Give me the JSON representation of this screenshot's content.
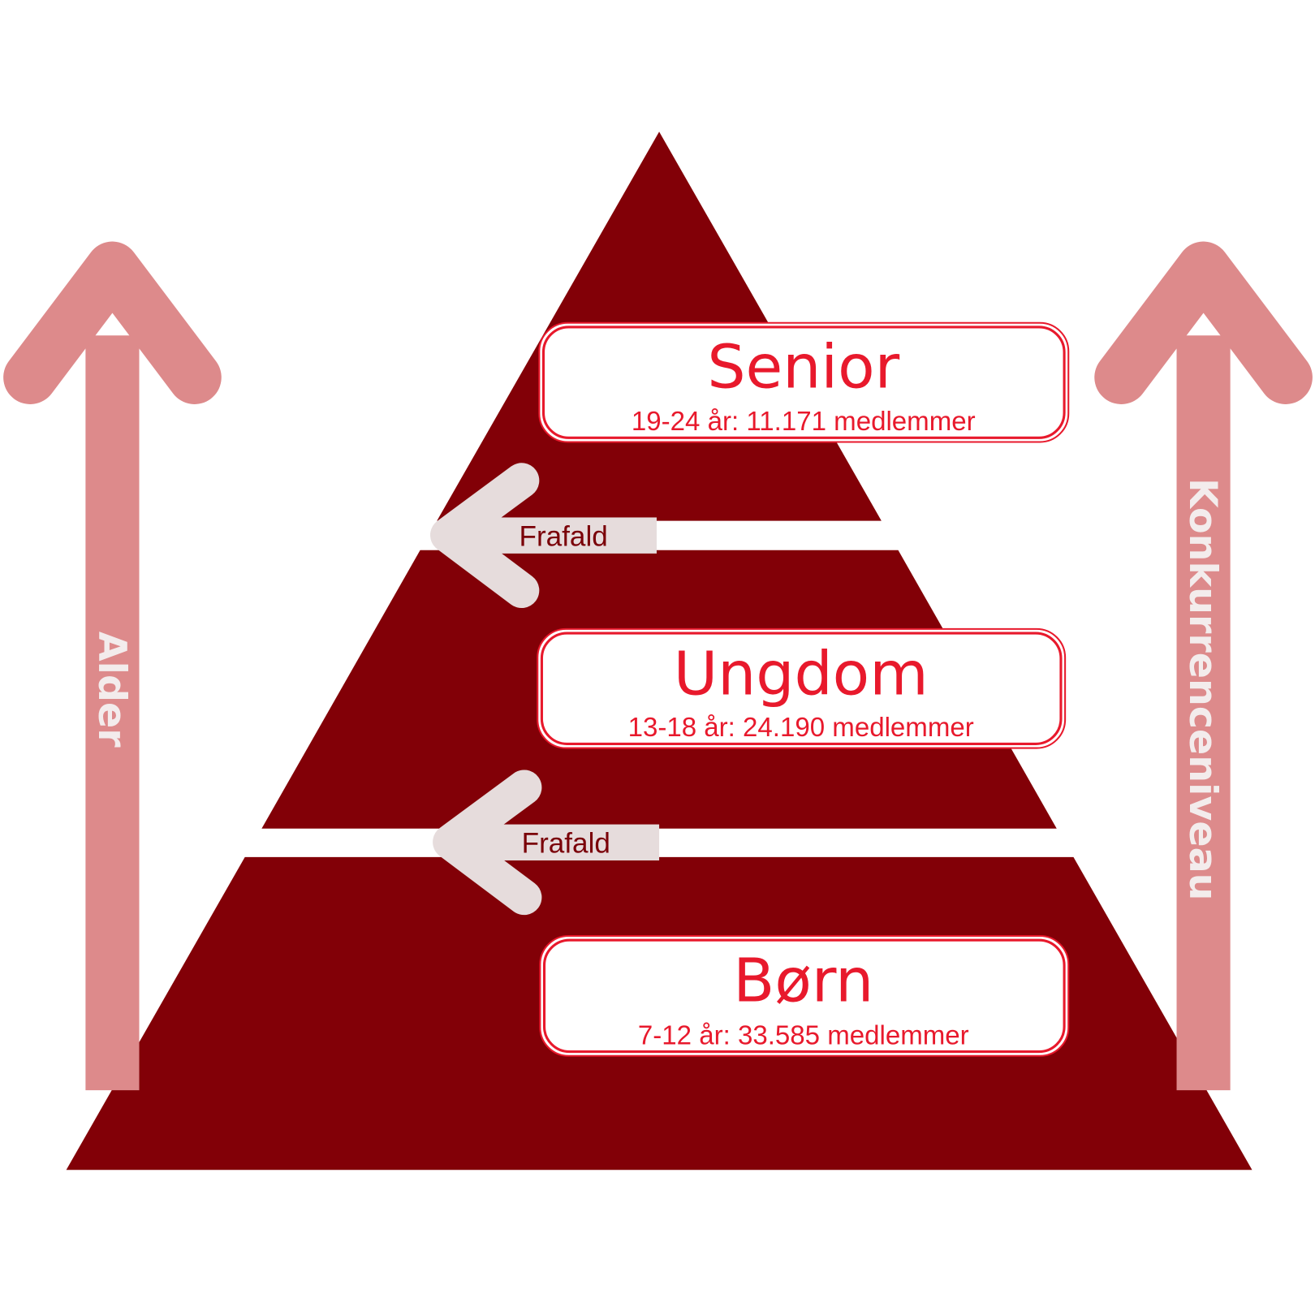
{
  "levels": [
    {
      "name": "Senior",
      "detail": "19-24 år: 11.171 medlemmer"
    },
    {
      "name": "Ungdom",
      "detail": "13-18 år: 24.190 medlemmer"
    },
    {
      "name": "Børn",
      "detail": "7-12 år: 33.585 medlemmer"
    }
  ],
  "dropouts": [
    "Frafald",
    "Frafald"
  ],
  "axes": {
    "left": "Alder",
    "right": "Konkurrenceniveau"
  },
  "colors": {
    "pyramid": "#820007",
    "label_border": "#e8192c",
    "dropout_arrow": "#e6dcdc",
    "side_arrow": "#dd8a8b"
  }
}
